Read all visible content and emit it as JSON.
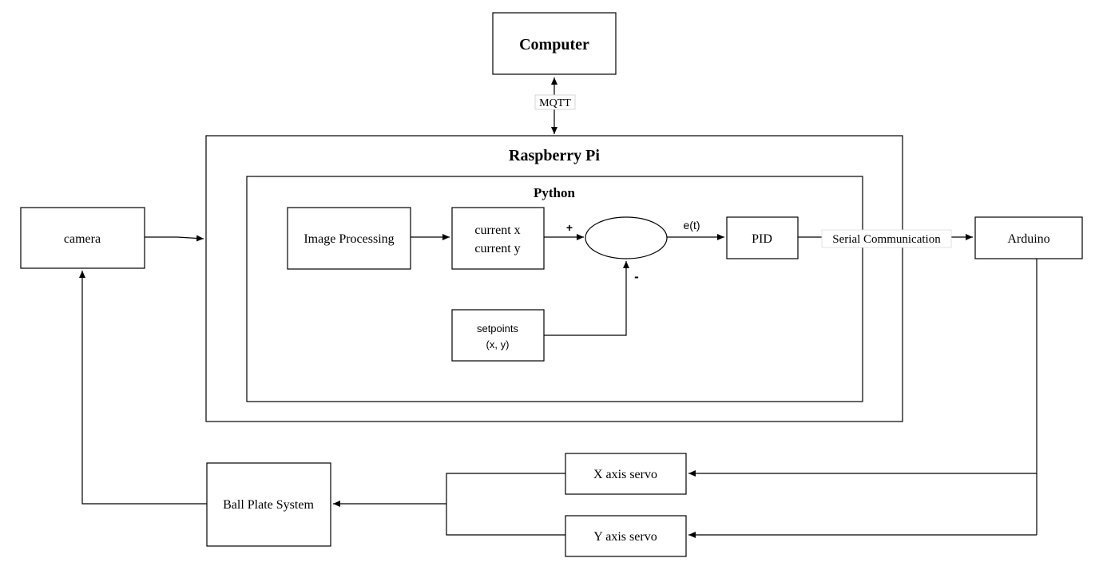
{
  "computer": {
    "label": "Computer"
  },
  "mqtt": {
    "label": "MQTT"
  },
  "raspberry_pi": {
    "label": "Raspberry Pi"
  },
  "python": {
    "label": "Python"
  },
  "camera": {
    "label": "camera"
  },
  "image_processing": {
    "label": "Image Processing"
  },
  "current": {
    "line1": "current x",
    "line2": "current y"
  },
  "setpoints": {
    "line1": "setpoints",
    "line2": "(x, y)"
  },
  "summing": {
    "plus": "+",
    "minus": "-"
  },
  "error": {
    "label": "e(t)"
  },
  "pid": {
    "label": "PID"
  },
  "serial": {
    "label": "Serial Communication"
  },
  "arduino": {
    "label": "Arduino"
  },
  "x_servo": {
    "label": "X axis servo"
  },
  "y_servo": {
    "label": "Y axis servo"
  },
  "ball_plate": {
    "label": "Ball Plate System"
  }
}
